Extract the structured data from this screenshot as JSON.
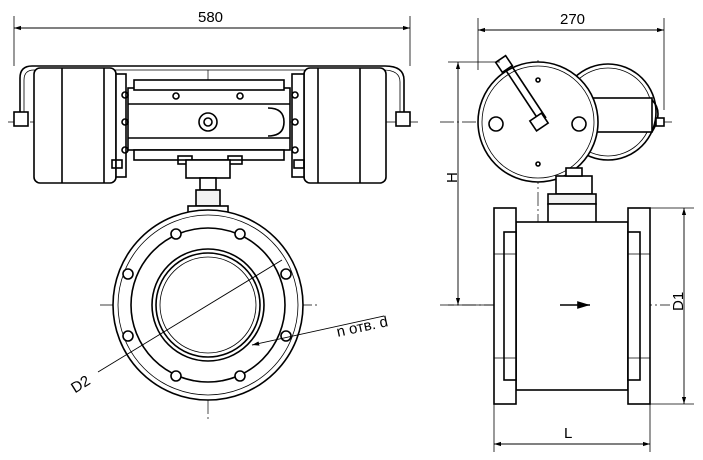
{
  "dimensions": {
    "top_width": "580",
    "side_width": "270",
    "height": "H",
    "flange_diameter": "D1",
    "length": "L",
    "bolt_circle": "D2",
    "holes": "n отв. d"
  },
  "colors": {
    "line": "#000000",
    "background": "#ffffff"
  }
}
